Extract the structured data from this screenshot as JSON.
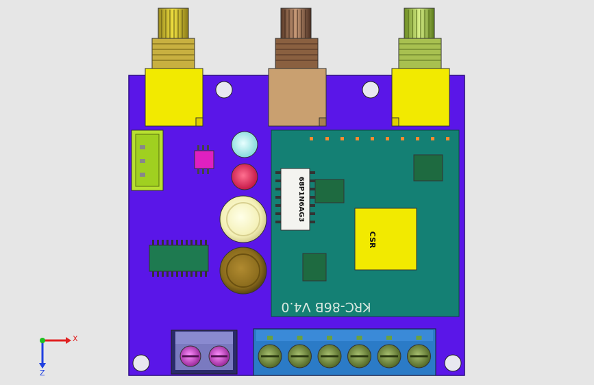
{
  "colors": {
    "background": "#e6e6e6",
    "pcb": "#5a16e8",
    "module": "#148074",
    "jack_yellow": "#f2ea00",
    "jack_tan": "#c9a070",
    "jack_green": "#c8de76",
    "terminal_blue": "#2b7bc7",
    "terminal_purple": "#b92fb9",
    "led_cyan": "#9ff0f0",
    "led_red": "#e0214f",
    "button_cream": "#f4f0b6",
    "button_brown": "#8a6b1c"
  },
  "labels": {
    "module_name": "KRC-86B V4.0",
    "chip_main": "CSR",
    "chip_side": "68P1N6AG3"
  },
  "axes": {
    "x": "X",
    "z": "Z"
  },
  "counts": {
    "terminal_screws_blue": 6,
    "terminal_screws_purple": 2
  }
}
